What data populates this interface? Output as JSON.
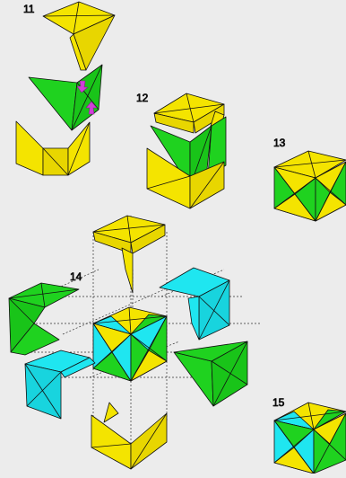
{
  "step_labels": [
    "11",
    "12",
    "13",
    "14",
    "15"
  ],
  "colors": {
    "background": "#ececec",
    "yellow": "#f4e400",
    "green": "#1fd21f",
    "cyan": "#1fe6f0",
    "magenta": "#d040d8",
    "outline": "#111111",
    "guide": "#333333"
  },
  "icons": [
    "arrow-down-icon",
    "arrow-up-icon"
  ]
}
